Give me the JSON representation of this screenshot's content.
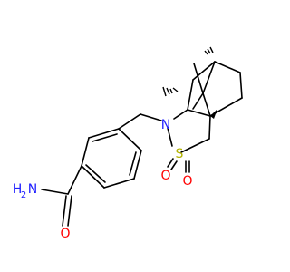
{
  "atoms": {
    "n": "N",
    "s": "S",
    "o1": "O",
    "o2": "O",
    "o3": "O",
    "amide_n": "N",
    "amide_h": "H",
    "amide_h2": "2"
  },
  "colors": {
    "bond": "#000000",
    "nitrogen": "#2020ff",
    "oxygen": "#ff0000",
    "sulfur": "#b2b200",
    "background": "#ffffff"
  }
}
